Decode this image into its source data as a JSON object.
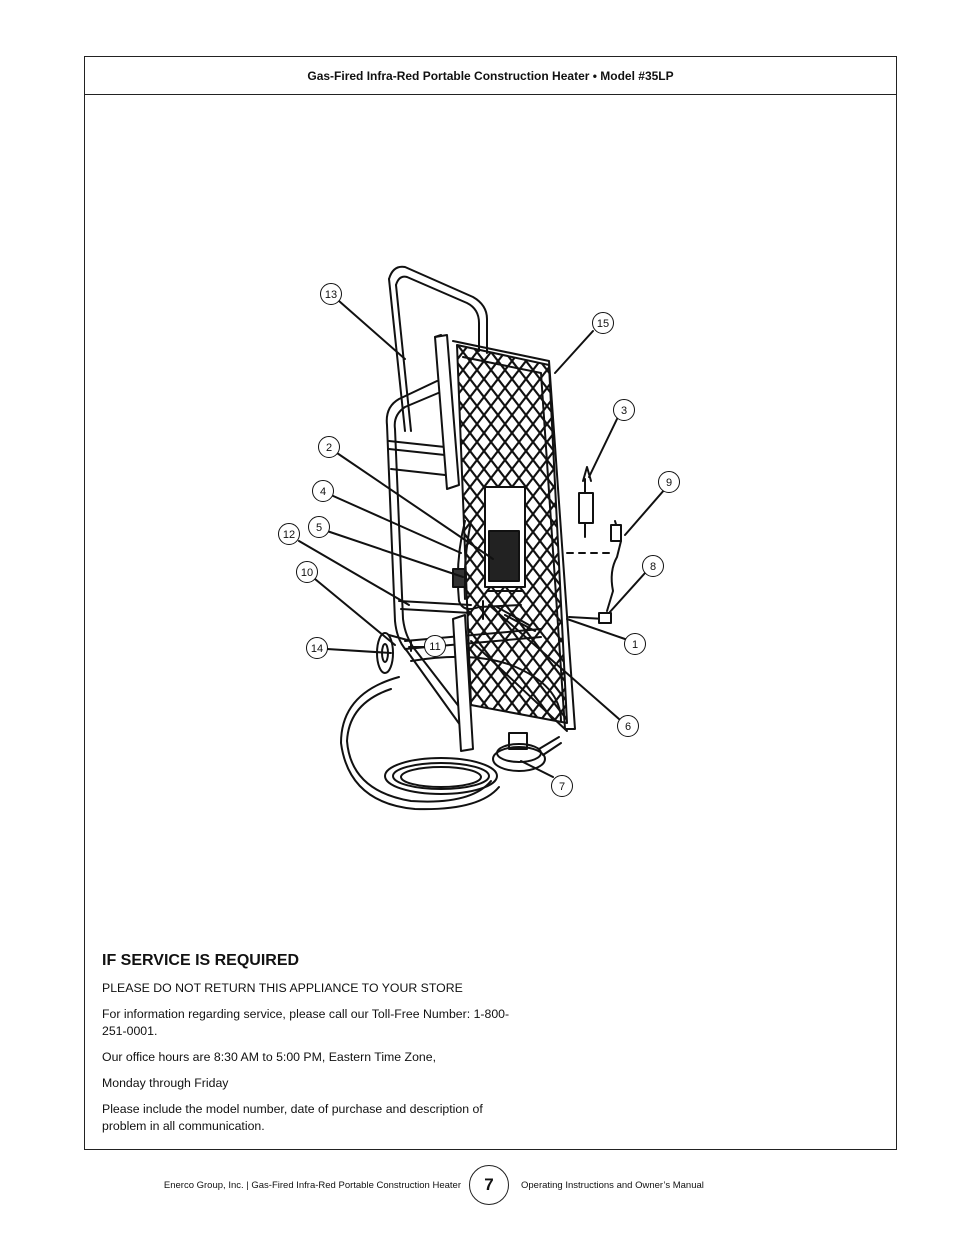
{
  "header": {
    "title": "Gas-Fired Infra-Red Portable Construction Heater • Model #35LP"
  },
  "diagram": {
    "callouts": [
      "13",
      "15",
      "3",
      "2",
      "4",
      "9",
      "5",
      "12",
      "8",
      "10",
      "11",
      "14",
      "1",
      "6",
      "7"
    ]
  },
  "service": {
    "heading": "IF SERVICE IS REQUIRED",
    "line1": "PLEASE DO NOT RETURN THIS APPLIANCE TO YOUR STORE",
    "line2": "For information regarding service, please call our Toll-Free Number: 1-800-251-0001.",
    "line3": "Our office hours are 8:30 AM to 5:00 PM, Eastern Time Zone,",
    "line4": "Monday through Friday",
    "line5": "Please include the model number, date of purchase and description of problem in all communication."
  },
  "footer": {
    "left": "Enerco Group, Inc. | Gas-Fired Infra-Red Portable Construction Heater",
    "page": "7",
    "right": "Operating Instructions and Owner’s Manual"
  }
}
